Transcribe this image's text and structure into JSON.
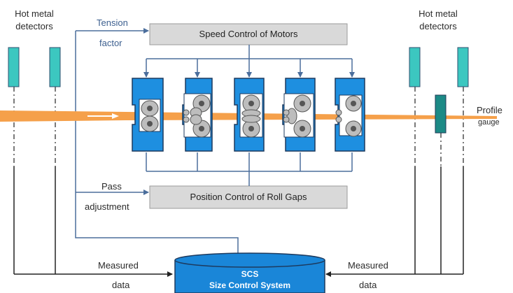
{
  "labels": {
    "hot_metal_left": "Hot metal",
    "detectors_left": "detectors",
    "hot_metal_right": "Hot metal",
    "detectors_right": "detectors",
    "tension": "Tension",
    "factor": "factor",
    "pass": "Pass",
    "adjustment": "adjustment",
    "profile": "Profile",
    "gauge": "gauge",
    "measured_left": "Measured",
    "data_left": "data",
    "measured_right": "Measured",
    "data_right": "data"
  },
  "boxes": {
    "speed_control": "Speed Control of Motors",
    "position_control": "Position Control of Roll Gaps"
  },
  "database": {
    "abbr": "SCS",
    "name": "Size Control System"
  },
  "colors": {
    "stand_blue": "#1e8fe0",
    "database_blue": "#1a86d8",
    "detector_teal": "#3cc7c0",
    "gauge_teal": "#1c8a86",
    "strip_orange": "#f5a04a",
    "line_blue": "#4b6e9c",
    "box_gray": "#d9d9d9"
  }
}
